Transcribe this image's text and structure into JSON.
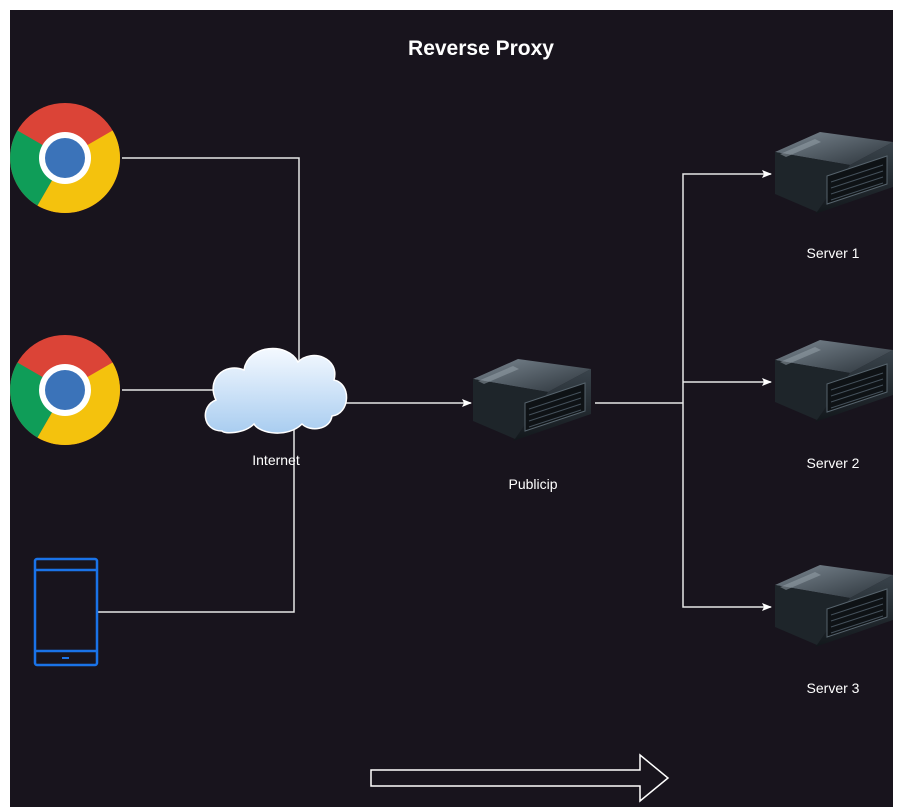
{
  "diagram": {
    "title": "Reverse Proxy",
    "nodes": {
      "client_browser_1": {
        "type": "chrome-browser"
      },
      "client_browser_2": {
        "type": "chrome-browser"
      },
      "client_mobile": {
        "type": "mobile-phone"
      },
      "internet": {
        "type": "cloud",
        "label": "Internet"
      },
      "proxy": {
        "type": "server",
        "label": "Publicip"
      },
      "server_1": {
        "type": "server",
        "label": "Server 1"
      },
      "server_2": {
        "type": "server",
        "label": "Server 2"
      },
      "server_3": {
        "type": "server",
        "label": "Server 3"
      }
    },
    "edges": [
      {
        "from": "client_browser_1",
        "to": "internet"
      },
      {
        "from": "client_browser_2",
        "to": "internet"
      },
      {
        "from": "client_mobile",
        "to": "internet"
      },
      {
        "from": "internet",
        "to": "proxy",
        "arrow": true
      },
      {
        "from": "proxy",
        "to": "server_1",
        "arrow": true
      },
      {
        "from": "proxy",
        "to": "server_2",
        "arrow": true
      },
      {
        "from": "proxy",
        "to": "server_3",
        "arrow": true
      }
    ],
    "colors": {
      "background": "#18141d",
      "line": "#e6e6e6",
      "text": "#ffffff",
      "phone": "#1a73e8",
      "chrome_red": "#db4437",
      "chrome_yellow": "#f4c20d",
      "chrome_green": "#0f9d58",
      "chrome_blue": "#4285f4"
    },
    "icons": {
      "browser": "chrome-icon",
      "phone": "mobile-phone-icon",
      "cloud": "cloud-icon",
      "server": "server-icon",
      "flow": "flow-arrow-icon"
    }
  }
}
